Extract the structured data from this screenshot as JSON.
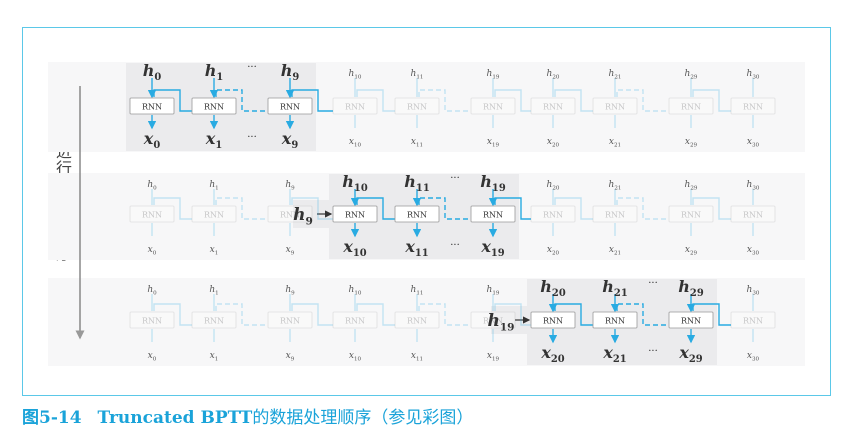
{
  "figure": {
    "order_label": "进行学习的顺序",
    "caption_number": "图5-14",
    "caption_title_en": "Truncated BPTT",
    "caption_title_zh": "的数据处理顺序（参见彩图）"
  },
  "node_label": "RNN",
  "ellipsis": "···",
  "columns": [
    {
      "h": "h",
      "hs": "0",
      "x": "x",
      "xs": "0"
    },
    {
      "h": "h",
      "hs": "1",
      "x": "x",
      "xs": "1"
    },
    {
      "h": "h",
      "hs": "9",
      "x": "x",
      "xs": "9"
    },
    {
      "h": "h",
      "hs": "10",
      "x": "x",
      "xs": "10"
    },
    {
      "h": "h",
      "hs": "11",
      "x": "x",
      "xs": "11"
    },
    {
      "h": "h",
      "hs": "19",
      "x": "x",
      "xs": "19"
    },
    {
      "h": "h",
      "hs": "20",
      "x": "x",
      "xs": "20"
    },
    {
      "h": "h",
      "hs": "21",
      "x": "x",
      "xs": "21"
    },
    {
      "h": "h",
      "hs": "29",
      "x": "x",
      "xs": "29"
    },
    {
      "h": "h",
      "hs": "30",
      "x": "x",
      "xs": "30"
    }
  ],
  "rows": [
    {
      "active_start": 0,
      "incoming_h": null
    },
    {
      "active_start": 3,
      "incoming_h": {
        "h": "h",
        "hs": "9"
      }
    },
    {
      "active_start": 6,
      "incoming_h": {
        "h": "h",
        "hs": "19"
      }
    }
  ],
  "colors": {
    "accent": "#1aa3d9",
    "frame": "#5bc8e8",
    "active_bg": "#ebebed",
    "line_blue": "#29abe2"
  }
}
